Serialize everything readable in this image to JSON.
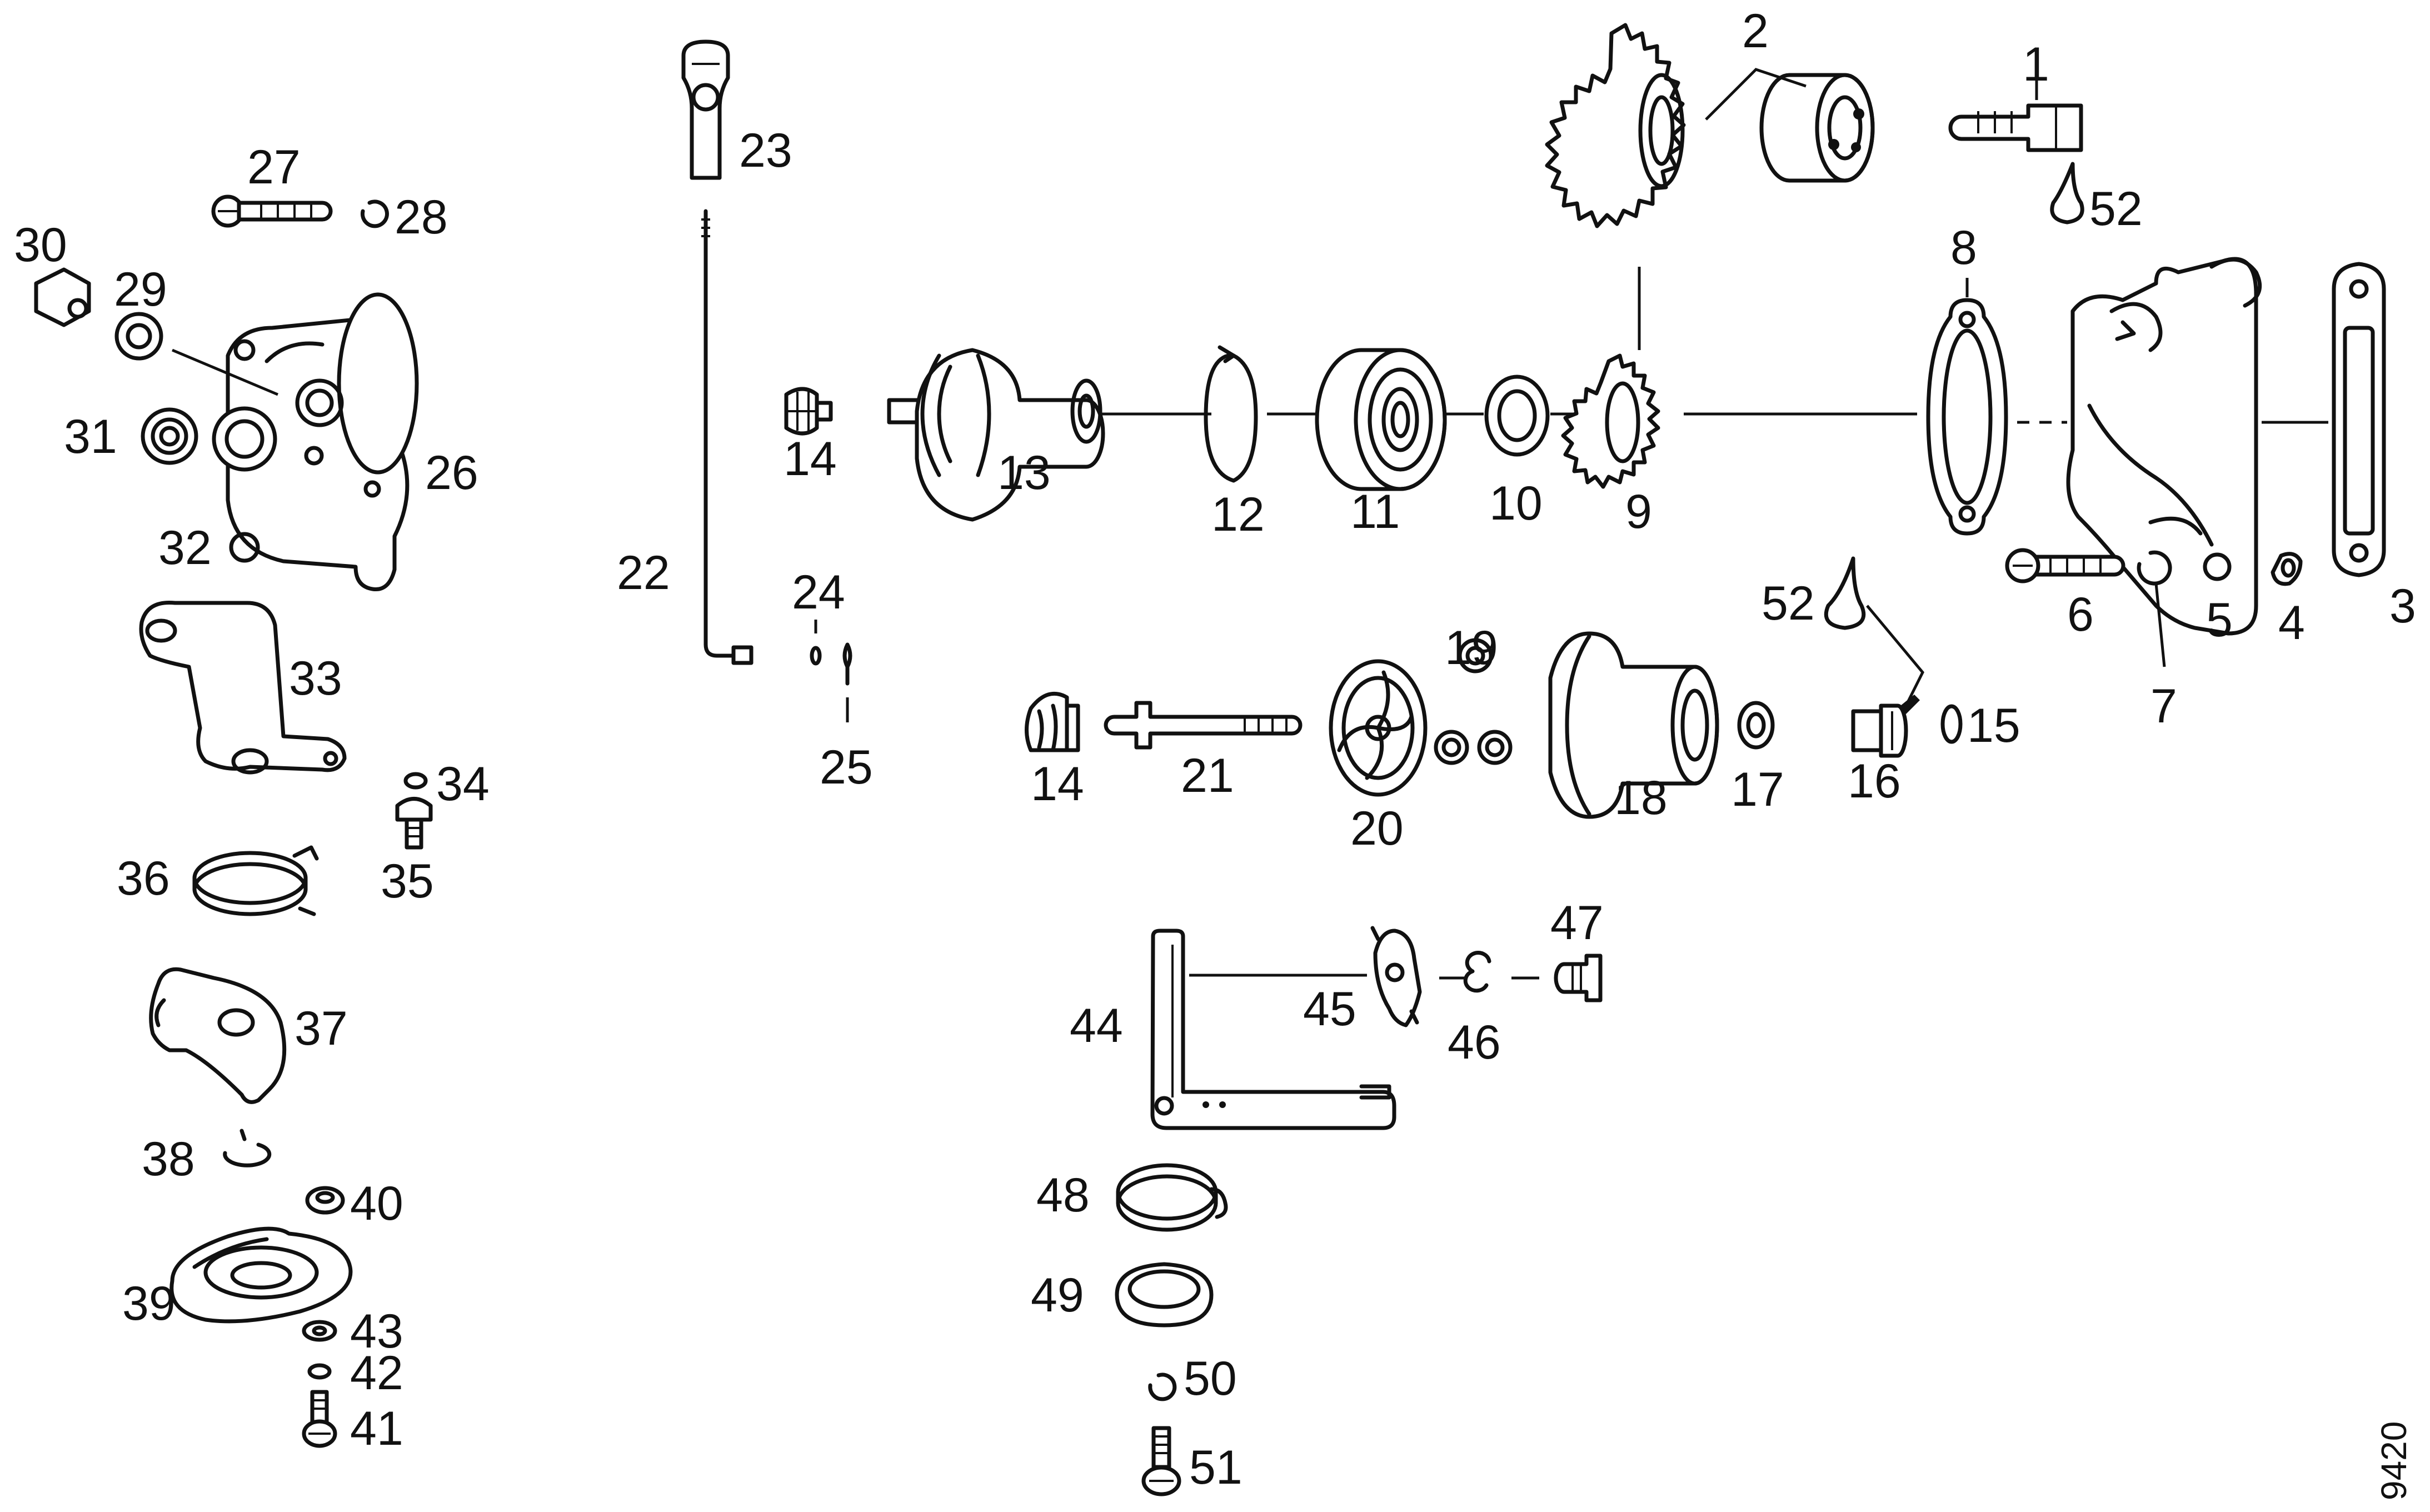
{
  "figure_number": "9420",
  "callouts": [
    "1",
    "2",
    "3",
    "4",
    "5",
    "6",
    "7",
    "8",
    "9",
    "10",
    "11",
    "12",
    "13",
    "14",
    "14",
    "15",
    "16",
    "17",
    "18",
    "19",
    "20",
    "21",
    "22",
    "23",
    "24",
    "25",
    "26",
    "27",
    "28",
    "29",
    "30",
    "31",
    "32",
    "33",
    "34",
    "35",
    "36",
    "37",
    "38",
    "39",
    "40",
    "41",
    "42",
    "43",
    "44",
    "45",
    "46",
    "47",
    "48",
    "49",
    "50",
    "51",
    "52",
    "52"
  ],
  "colors": {
    "ink": "#111111",
    "paper": "#ffffff"
  }
}
